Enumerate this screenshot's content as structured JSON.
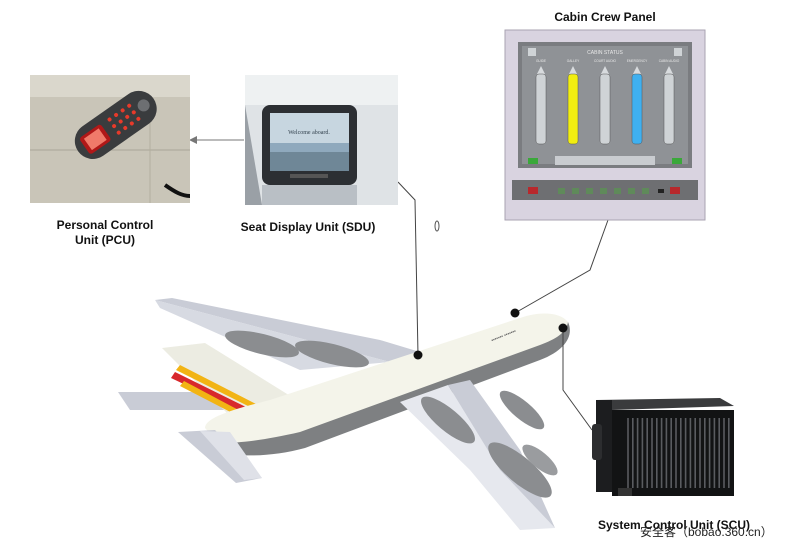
{
  "labels": {
    "cabin_crew_panel": "Cabin Crew Panel",
    "pcu_line1": "Personal Control",
    "pcu_line2": "Unit (PCU)",
    "sdu": "Seat Display Unit (SDU)",
    "scu": "System Control Unit (SCU)",
    "watermark": "安全客（bobao.360.cn）"
  },
  "sdu_screen_text": "Welcome aboard.",
  "panel_screen": {
    "title": "CABIN STATUS",
    "columns": [
      "GUIDE",
      "GALLEY",
      "COURT AUDIO",
      "EMERGENCY",
      "CABIN AUDIO"
    ],
    "colors": [
      "#cfd3d6",
      "#f2ee10",
      "#cfd3d6",
      "#3fb0f0",
      "#cfd3d6"
    ]
  },
  "colors": {
    "fuselage": "#f4f4ea",
    "wing": "#c9ccd6",
    "dark": "#7e8082",
    "stripe_red": "#d8282c",
    "stripe_yellow": "#f2b414"
  }
}
